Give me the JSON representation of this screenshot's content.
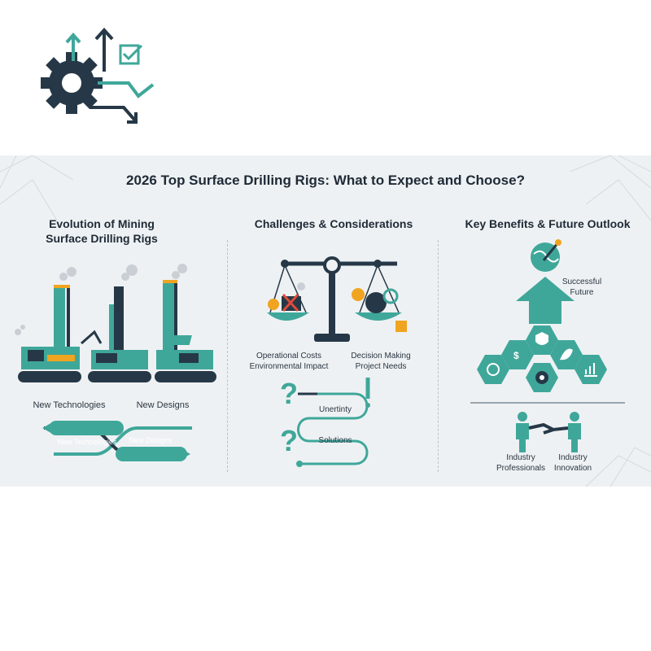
{
  "title": "2026 Top Surface Drilling Rigs: What to Expect and Choose?",
  "col1": {
    "heading_line1": "Evolution of Mining",
    "heading_line2": "Surface Drilling Rigs",
    "label_left": "New Technologies",
    "label_right": "New Designs",
    "arrow_left": "New Technologies",
    "arrow_right": "New Designs"
  },
  "col2": {
    "heading": "Challenges & Considerations",
    "left_line1": "Operational Costs",
    "left_line2": "Environmental Impact",
    "right_line1": "Decision Making",
    "right_line2": "Project Needs",
    "path_label1": "Unertinty",
    "path_label2": "Solutions"
  },
  "col3": {
    "heading": "Key Benefits & Future Outlook",
    "future_line1": "Successful",
    "future_line2": "Future",
    "people_left_line1": "Industry",
    "people_left_line2": "Professionals",
    "people_right_line1": "Industry",
    "people_right_line2": "Innovation"
  },
  "colors": {
    "teal": "#3fa79a",
    "navy": "#263847",
    "orange": "#f0a420"
  }
}
